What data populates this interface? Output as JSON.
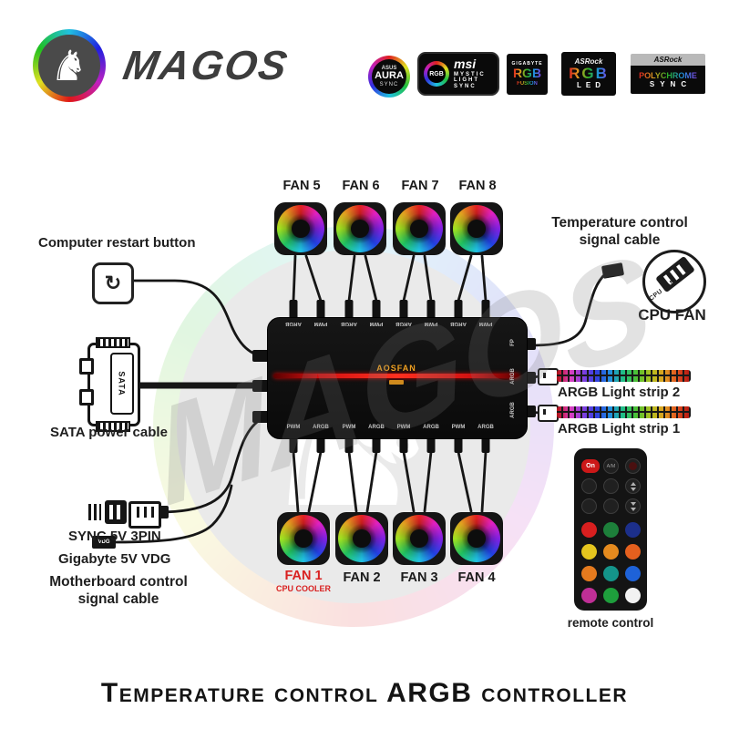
{
  "brand": {
    "name": "MAGOS",
    "logo": "horse-in-rainbow-ring"
  },
  "badges": {
    "aura": {
      "brand": "ASUS",
      "big": "AURA",
      "small": "SYNC"
    },
    "msi": {
      "brand": "msi",
      "circle": "RGB",
      "l1": "MYSTIC",
      "l2": "LIGHT",
      "l3": "SYNC"
    },
    "gigabyte": {
      "brand": "GIGABYTE",
      "big": "RGB",
      "small": "FUSION"
    },
    "asrock_led": {
      "brand": "ASRock",
      "big": "RGB",
      "small": "LED"
    },
    "polychrome": {
      "brand": "ASRock",
      "big": "POLYCHROME",
      "small": "SYNC"
    }
  },
  "diagram": {
    "fans_top": [
      "FAN 5",
      "FAN 6",
      "FAN 7",
      "FAN 8"
    ],
    "fans_bottom": [
      {
        "label": "FAN 1",
        "sub": "CPU COOLER",
        "color": "#d92121"
      },
      {
        "label": "FAN 2"
      },
      {
        "label": "FAN 3"
      },
      {
        "label": "FAN 4"
      }
    ],
    "controller": {
      "center_brand": "AOSFAN",
      "top_ports": [
        "ARGB",
        "PWM",
        "ARGB",
        "PWM",
        "ARGB",
        "PWM",
        "ARGB",
        "PWM"
      ],
      "bottom_ports": [
        "PWM",
        "ARGB",
        "PWM",
        "ARGB",
        "PWM",
        "ARGB",
        "PWM",
        "ARGB"
      ],
      "right_ports": [
        "FP",
        "ARGB",
        "ARGB"
      ],
      "laser_color": "#e01010"
    },
    "left": {
      "restart_label": "Computer restart button",
      "restart_icon": "power-restart-icon",
      "sata_connector": "SATA",
      "sata_label": "SATA power cable",
      "sync_label": "SYNC 5V 3PIN",
      "vdg_connector": "VDG",
      "vdg_label": "Gigabyte 5V VDG",
      "mobo_line1": "Motherboard control",
      "mobo_line2": "signal cable"
    },
    "right": {
      "temp_line1": "Temperature control",
      "temp_line2": "signal cable",
      "cpu_fan_badge": "CPU FAN",
      "cpu_fan_label": "CPU FAN",
      "strip2_label": "ARGB Light strip 2",
      "strip1_label": "ARGB Light strip 1",
      "remote": {
        "label": "remote control",
        "on_label": "On",
        "am_label": "A/M",
        "color_rows": [
          [
            "#d81f1f",
            "#1d7f3a",
            "#1c2f8a"
          ],
          [
            "#e5c51e",
            "#e58a1e",
            "#e5601e"
          ],
          [
            "#e57a1e",
            "#14948a",
            "#1e62d8"
          ],
          [
            "#bf2f96",
            "#1e9e3c",
            "#f2f2f2"
          ]
        ]
      }
    }
  },
  "footer": {
    "title": "Temperature control ARGB controller"
  }
}
